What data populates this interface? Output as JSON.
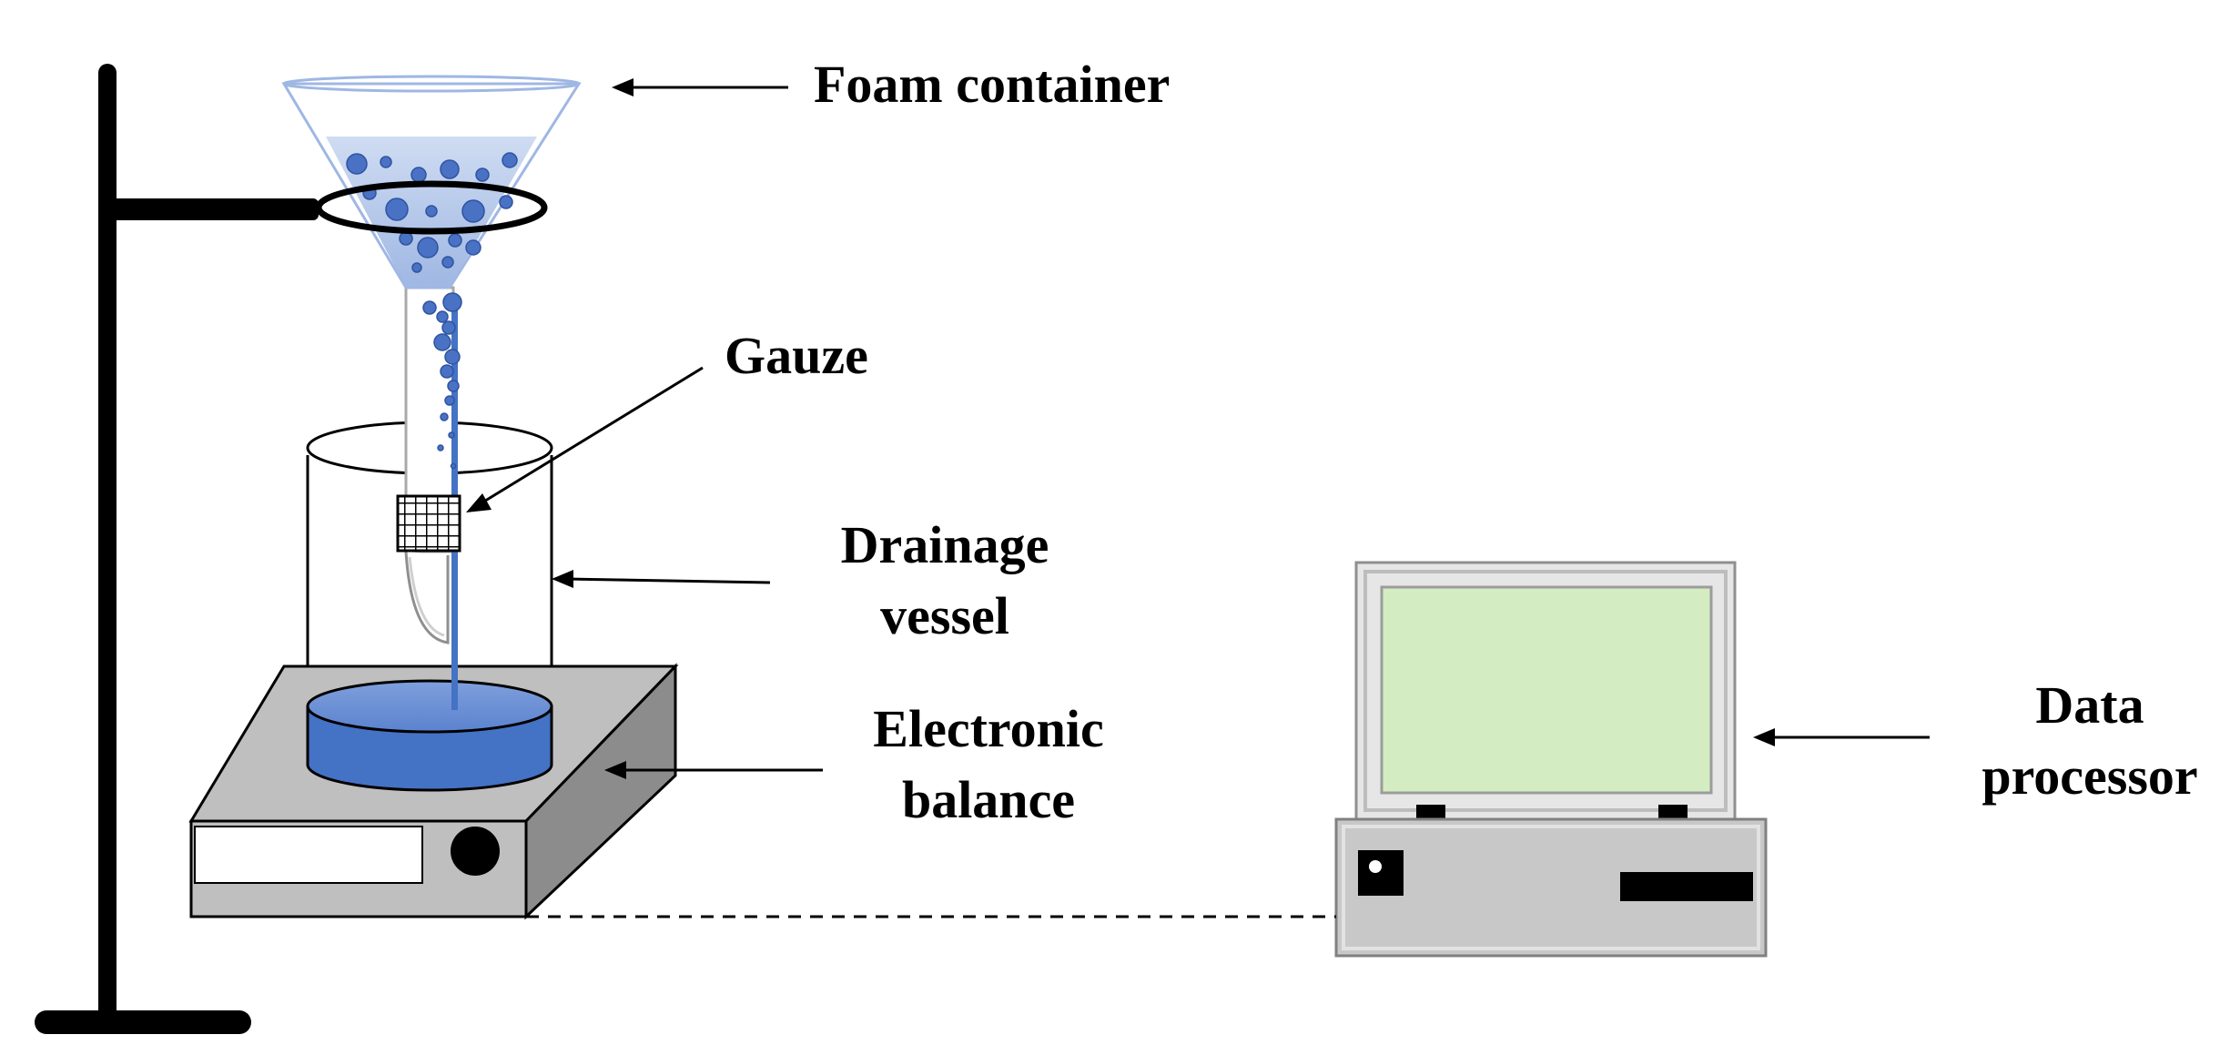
{
  "labels": {
    "foam_container": "Foam container",
    "gauze": "Gauze",
    "drainage_vessel_line1": "Drainage",
    "drainage_vessel_line2": "vessel",
    "electronic_balance_line1": "Electronic",
    "electronic_balance_line2": "balance",
    "data_processor_line1": "Data",
    "data_processor_line2": "processor"
  },
  "colors": {
    "liquid": "#4472c4",
    "foam_bubble": "#4a72c4",
    "foam_fill": "#c6d6ef",
    "balance_body": "#bfbfbf",
    "balance_side": "#8c8c8c",
    "screen": "#d3ecc2",
    "computer_body": "#c8c8c8",
    "stand": "#000000"
  },
  "icons": {
    "stand": "retort-stand-icon",
    "funnel": "funnel-icon",
    "vessel": "beaker-icon",
    "balance": "scale-icon",
    "computer": "laptop-icon"
  }
}
